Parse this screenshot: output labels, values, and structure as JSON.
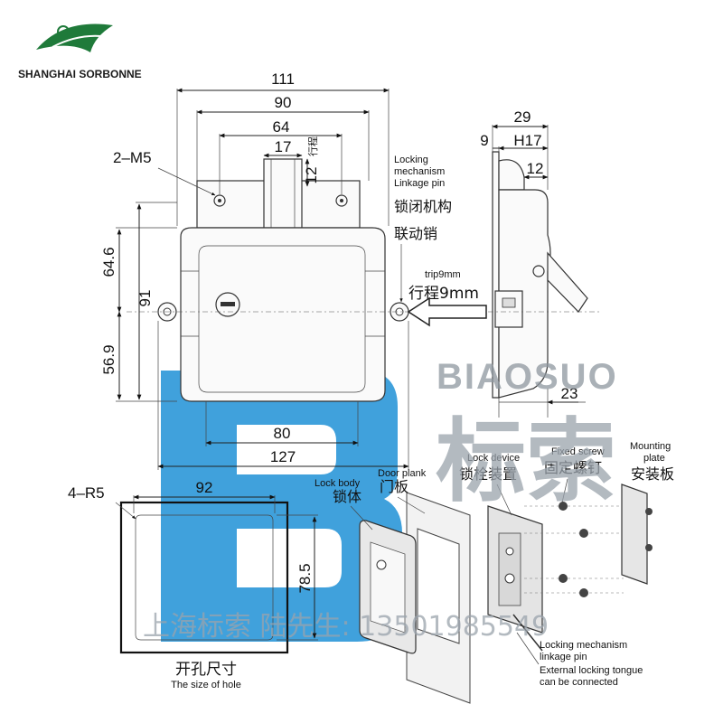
{
  "brand": {
    "name": "SHANGHAI SORBONNE",
    "logo_color": "#1f7a3a"
  },
  "front_view": {
    "dims": {
      "overall_width": "111",
      "mount_width": "90",
      "hole_spacing": "64",
      "handle_width": "17",
      "trip": "12",
      "trip_cn": "行程",
      "screw": "2–M5",
      "upper_height": "64.6",
      "total_height": "91",
      "lower_height": "56.9",
      "pan_width": "80",
      "flange_width": "127"
    },
    "linkage_label_en_1": "Locking",
    "linkage_label_en_2": "mechanism",
    "linkage_label_en_3": "Linkage pin",
    "linkage_label_cn_1": "锁闭机构",
    "linkage_label_cn_2": "联动销",
    "trip_label_en": "trip9mm",
    "trip_label_cn": "行程9mm"
  },
  "side_view": {
    "dims": {
      "depth": "29",
      "left_offset": "9",
      "fit": "H17",
      "step": "12",
      "bottom": "23"
    }
  },
  "cutout": {
    "radius": "4–R5",
    "width": "92",
    "height": "78.5",
    "title_cn": "开孔尺寸",
    "title_en": "The size of hole"
  },
  "exploded": {
    "lock_body_en": "Lock body",
    "lock_body_cn": "锁体",
    "door_plank_en": "Door plank",
    "door_plank_cn": "门板",
    "lock_device_en": "Lock device",
    "lock_device_cn": "锁栓装置",
    "fixed_screw_en": "Fixed screw",
    "fixed_screw_cn": "固定螺钉",
    "mounting_plate_en_1": "Mounting",
    "mounting_plate_en_2": "plate",
    "mounting_plate_cn": "安装板",
    "note_1": "Locking mechanism",
    "note_2": "linkage pin",
    "note_3": "External locking tongue",
    "note_4": "can be connected"
  },
  "watermark": {
    "company_en": "BIAOSUO",
    "company_cn": "标索",
    "contact": "上海标索  陆先生: 13501985549",
    "color": "#1e90d6"
  }
}
